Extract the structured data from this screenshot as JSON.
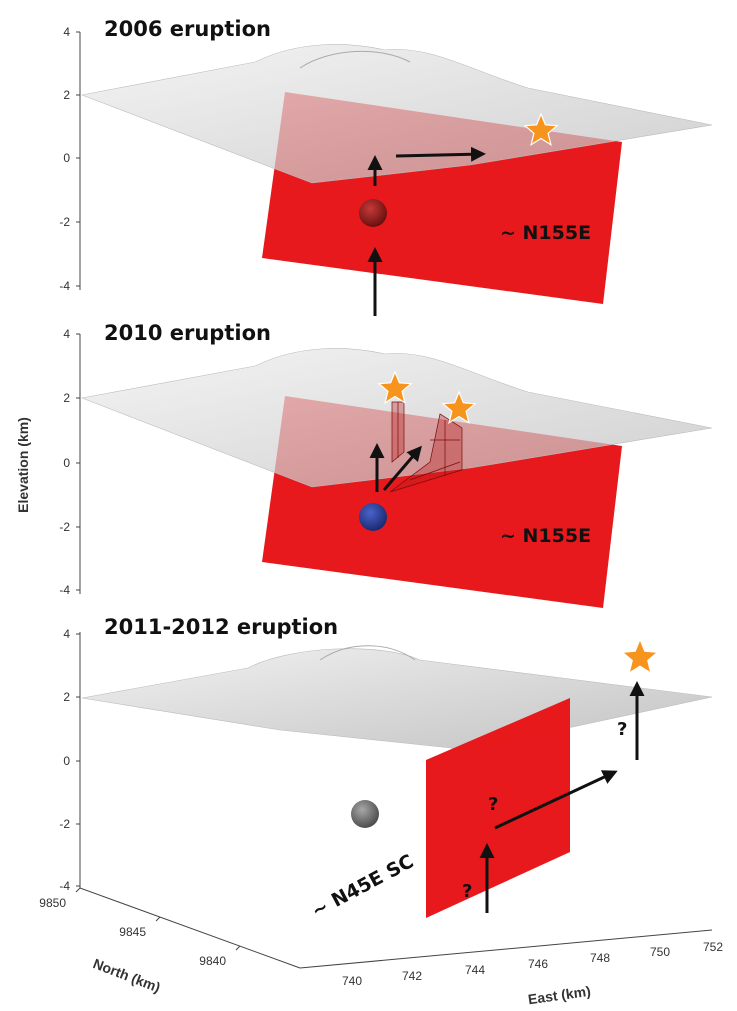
{
  "panels": [
    {
      "title": "2006 eruption",
      "strike_label": "~ N155E"
    },
    {
      "title": "2010 eruption",
      "strike_label": "~ N155E"
    },
    {
      "title": "2011-2012 eruption",
      "strike_label": "~ N45E SC",
      "question_marks": [
        "?",
        "?",
        "?"
      ]
    }
  ],
  "elevation_axis": {
    "label": "Elevation (km)",
    "ticks": [
      "4",
      "2",
      "0",
      "-2",
      "-4"
    ]
  },
  "north_axis": {
    "label": "North (km)",
    "ticks": [
      "9850",
      "9845",
      "9840"
    ]
  },
  "east_axis": {
    "label": "East (km)",
    "ticks": [
      "740",
      "742",
      "744",
      "746",
      "748",
      "750",
      "752"
    ]
  },
  "colors": {
    "dike": "#e8191c",
    "vent_star": "#f7941d",
    "source_2006": "#8b1a1a",
    "source_2010": "#2b3f9e",
    "source_2012": "#6b6b6b",
    "topography": "#d8d8d8"
  }
}
